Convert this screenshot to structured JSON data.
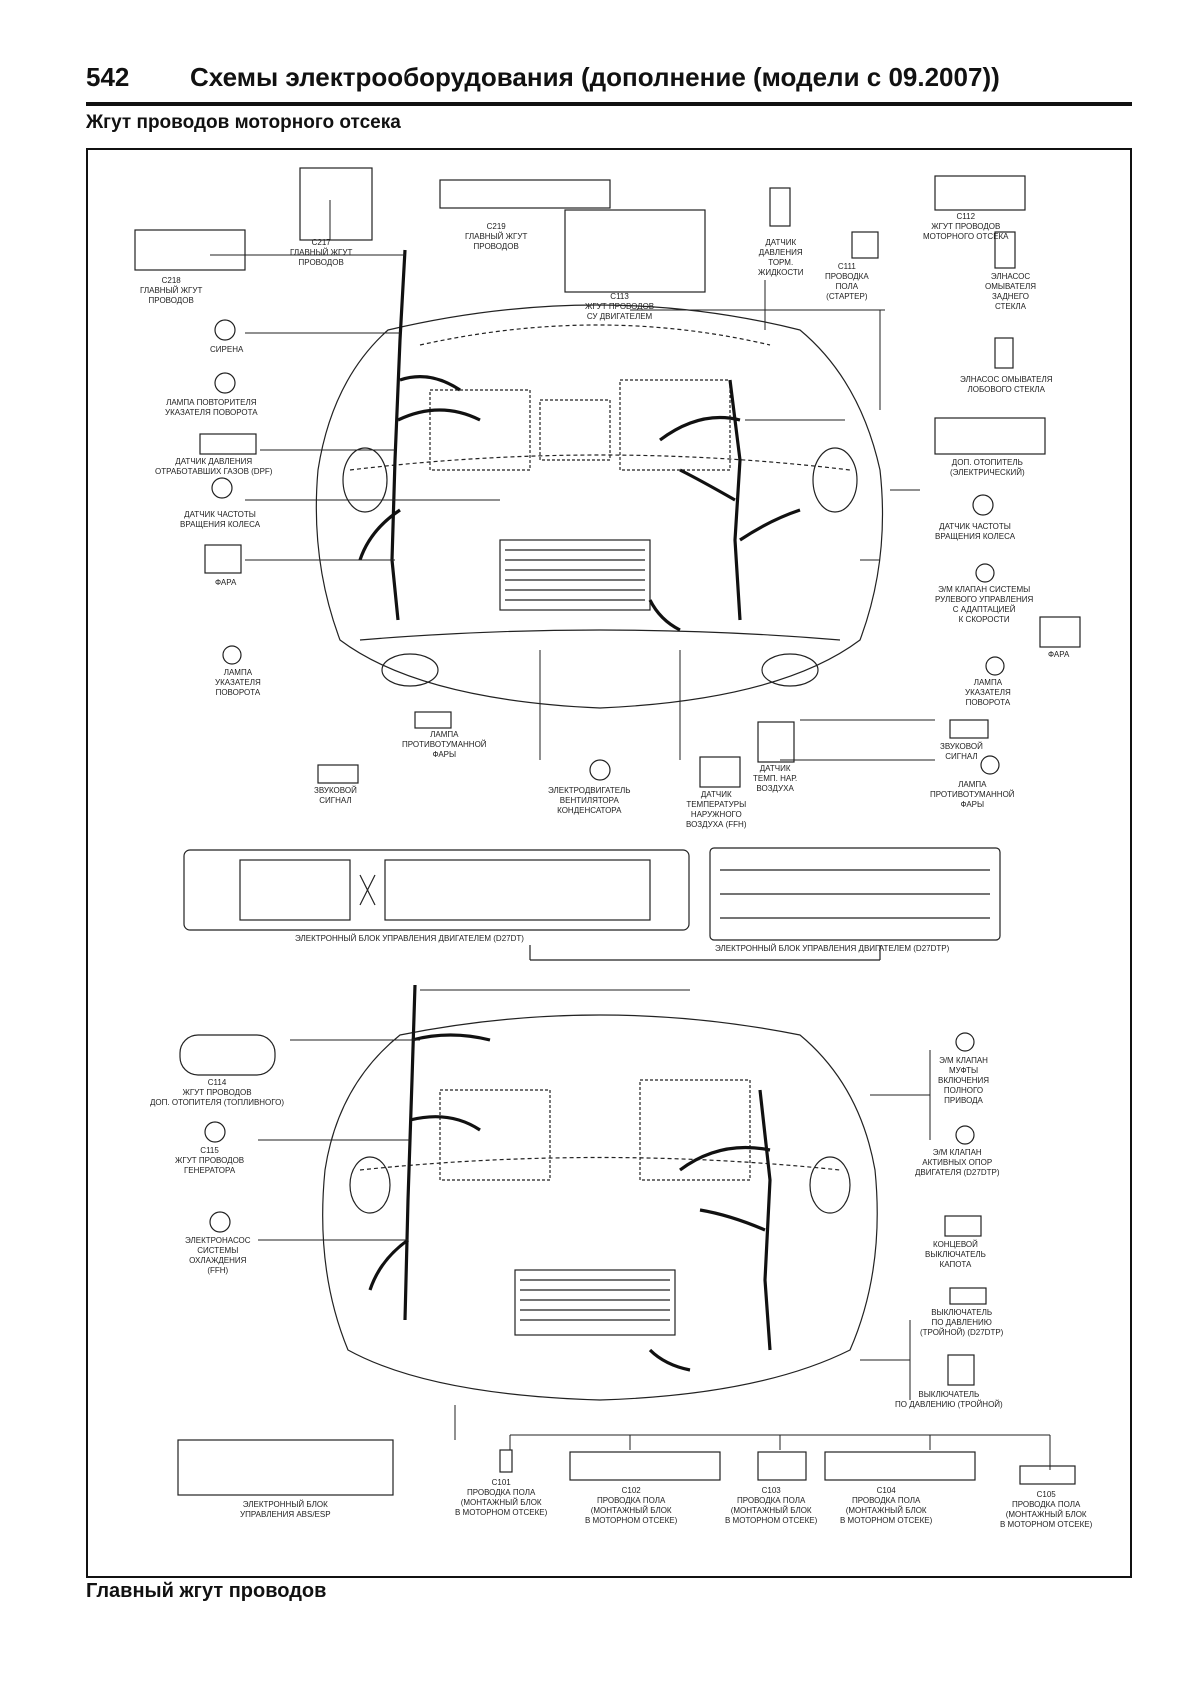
{
  "header": {
    "page_number": "542",
    "title": "Схемы электрооборудования (дополнение (модели с 09.2007))"
  },
  "subtitle": "Жгут проводов моторного отсека",
  "footer_caption": "Главный жгут проводов",
  "labels": {
    "c218": "C218\nГЛАВНЫЙ ЖГУТ\nПРОВОДОВ",
    "c217": "C217\nГЛАВНЫЙ ЖГУТ\nПРОВОДОВ",
    "c219": "C219\nГЛАВНЫЙ ЖГУТ\nПРОВОДОВ",
    "c113": "C113\nЖГУТ ПРОВОДОВ\nСУ ДВИГАТЕЛЕМ",
    "brake_sensor": "ДАТЧИК\nДАВЛЕНИЯ\nТОРМ.\nЖИДКОСТИ",
    "c111": "C111\nПРОВОДКА\nПОЛА\n(СТАРТЕР)",
    "c112": "C112\nЖГУТ ПРОВОДОВ\nМОТОРНОГО ОТСЕКА",
    "rear_washer": "ЭЛНАСОС\nОМЫВАТЕЛЯ\nЗАДНЕГО\nСТЕКЛА",
    "siren": "СИРЕНА",
    "turn_repeater": "ЛАМПА ПОВТОРИТЕЛЯ\nУКАЗАТЕЛЯ ПОВОРОТА",
    "front_washer": "ЭЛНАСОС ОМЫВАТЕЛЯ\nЛОБОВОГО СТЕКЛА",
    "dpf_sensor": "ДАТЧИК ДАВЛЕНИЯ\nОТРАБОТАВШИХ ГАЗОВ (DPF)",
    "aux_heater": "ДОП. ОТОПИТЕЛЬ\n(ЭЛЕКТРИЧЕСКИЙ)",
    "wheel_speed_l": "ДАТЧИК ЧАСТОТЫ\nВРАЩЕНИЯ КОЛЕСА",
    "wheel_speed_r": "ДАТЧИК ЧАСТОТЫ\nВРАЩЕНИЯ КОЛЕСА",
    "headlamp_l": "ФАРА",
    "solenoid": "Э/М КЛАПАН СИСТЕМЫ\nРУЛЕВОГО УПРАВЛЕНИЯ\nС АДАПТАЦИЕЙ\nК СКОРОСТИ",
    "headlamp_r": "ФАРА",
    "turn_lamp_l": "ЛАМПА\nУКАЗАТЕЛЯ\nПОВОРОТА",
    "turn_lamp_r": "ЛАМПА\nУКАЗАТЕЛЯ\nПОВОРОТА",
    "fog_l": "ЛАМПА\nПРОТИВОТУМАННОЙ\nФАРЫ",
    "intake_temp": "ДАТЧИК\nТЕМП. НАР.\nВОЗДУХА",
    "horn_r": "ЗВУКОВОЙ\nСИГНАЛ",
    "horn_l": "ЗВУКОВОЙ\nСИГНАЛ",
    "cond_fan": "ЭЛЕКТРОДВИГАТЕЛЬ\nВЕНТИЛЯТОРА\nКОНДЕНСАТОРА",
    "outside_temp": "ДАТЧИК\nТЕМПЕРАТУРЫ\nНАРУЖНОГО\nВОЗДУХА (FFH)",
    "fog_r": "ЛАМПА\nПРОТИВОТУМАННОЙ\nФАРЫ",
    "ecu_left": "ЭЛЕКТРОННЫЙ БЛОК УПРАВЛЕНИЯ ДВИГАТЕЛЕМ (D27DT)",
    "ecu_right": "ЭЛЕКТРОННЫЙ БЛОК УПРАВЛЕНИЯ ДВИГАТЕЛЕМ (D27DTP)",
    "c114": "C114\nЖГУТ ПРОВОДОВ\nДОП. ОТОПИТЕЛЯ (ТОПЛИВНОГО)",
    "c115": "C115\nЖГУТ ПРОВОДОВ\nГЕНЕРАТОРА",
    "cooling_pump": "ЭЛЕКТРОНАСОС\nСИСТЕМЫ\nОХЛАЖДЕНИЯ\n(FFH)",
    "awd_clutch": "Э/М КЛАПАН\nМУФТЫ\nВКЛЮЧЕНИЯ\nПОЛНОГО\nПРИВОДА",
    "active_mount": "Э/М КЛАПАН\nАКТИВНЫХ ОПОР\nДВИГАТЕЛЯ (D27DTP)",
    "hood_switch": "КОНЦЕВОЙ\nВЫКЛЮЧАТЕЛЬ\nКАПОТА",
    "press_sw_triple": "ВЫКЛЮЧАТЕЛЬ\nПО ДАВЛЕНИЮ\n(ТРОЙНОЙ) (D27DTP)",
    "press_sw": "ВЫКЛЮЧАТЕЛЬ\nПО ДАВЛЕНИЮ (ТРОЙНОЙ)",
    "abs_ecu": "ЭЛЕКТРОННЫЙ БЛОК\nУПРАВЛЕНИЯ ABS/ESP",
    "c101": "C101\nПРОВОДКА ПОЛА\n(МОНТАЖНЫЙ БЛОК\nВ МОТОРНОМ ОТСЕКЕ)",
    "c102": "C102\nПРОВОДКА ПОЛА\n(МОНТАЖНЫЙ БЛОК\nВ МОТОРНОМ ОТСЕКЕ)",
    "c103": "C103\nПРОВОДКА ПОЛА\n(МОНТАЖНЫЙ БЛОК\nВ МОТОРНОМ ОТСЕКЕ)",
    "c104": "C104\nПРОВОДКА ПОЛА\n(МОНТАЖНЫЙ БЛОК\nВ МОТОРНОМ ОТСЕКЕ)",
    "c105": "C105\nПРОВОДКА ПОЛА\n(МОНТАЖНЫЙ БЛОК\nВ МОТОРНОМ ОТСЕКЕ)"
  }
}
